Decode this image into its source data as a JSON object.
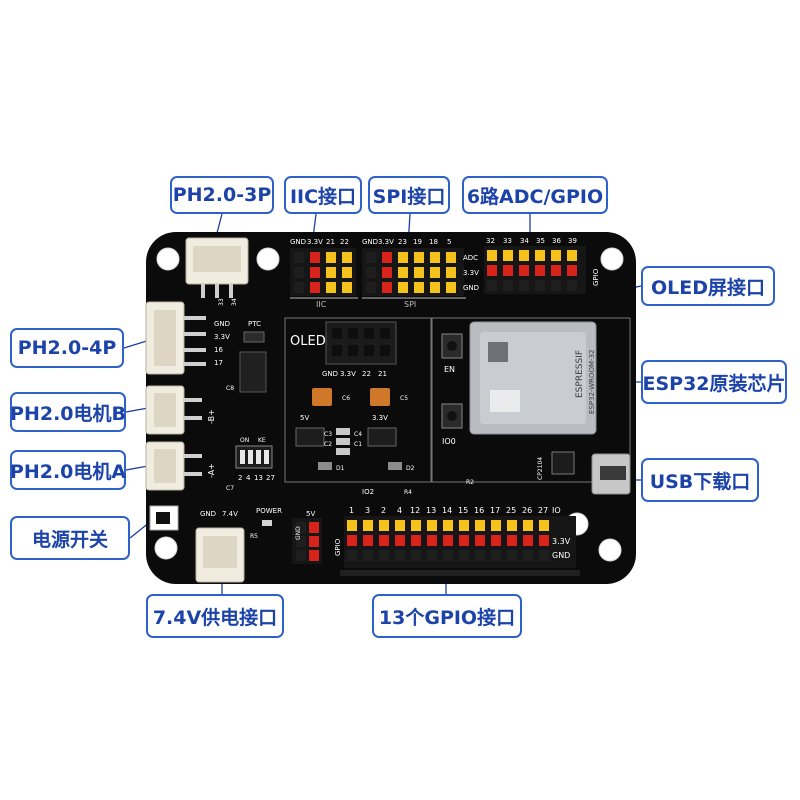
{
  "callouts": {
    "ph20_3p": "PH2.0-3P",
    "iic": "IIC接口",
    "spi": "SPI接口",
    "adc_gpio": "6路ADC/GPIO",
    "oled_port": "OLED屏接口",
    "ph20_4p": "PH2.0-4P",
    "esp32_chip": "ESP32原装芯片",
    "motor_b": "PH2.0电机B",
    "motor_a": "PH2.0电机A",
    "usb_port": "USB下载口",
    "power_switch": "电源开关",
    "power_in": "7.4V供电接口",
    "gpio13": "13个GPIO接口"
  },
  "silkscreen": {
    "iic_pins": [
      "GND",
      "3.3V",
      "21",
      "22"
    ],
    "iic_label": "IIC",
    "spi_pins": [
      "GND",
      "3.3V",
      "23",
      "19",
      "18",
      "5"
    ],
    "spi_label": "SPI",
    "adc_pins": [
      "32",
      "33",
      "34",
      "35",
      "36",
      "39"
    ],
    "adc_rows": [
      "ADC",
      "3.3V",
      "GND"
    ],
    "gpio_side": "GPIO",
    "oled_title": "OLED",
    "oled_pins": [
      "GND",
      "3.3V",
      "22",
      "21"
    ],
    "ph4p_pins": [
      "GND",
      "3.3V",
      "16",
      "17"
    ],
    "ph3p_pins": [
      "33",
      "34"
    ],
    "ptc": "PTC",
    "en": "EN",
    "io0": "IO0",
    "io2": "IO2",
    "cp2104": "CP2104",
    "gpio_pins": [
      "1",
      "3",
      "2",
      "4",
      "12",
      "13",
      "14",
      "15",
      "16",
      "17",
      "25",
      "26",
      "27"
    ],
    "gpio_rows": [
      "IO",
      "3.3V",
      "GND"
    ],
    "gpio_left": "GPIO",
    "power_pins": [
      "GND",
      "7.4V"
    ],
    "power_label": "POWER",
    "five_v_pins": [
      "GND",
      "5V"
    ],
    "switch_on": "ON",
    "switch_ke": "KE",
    "switch_nums": [
      "2",
      "4",
      "13",
      "27"
    ],
    "motor_b_pins": [
      "-B+"
    ],
    "motor_a_pins": [
      "-A+"
    ],
    "caps": [
      "C6",
      "C5",
      "C3",
      "C4",
      "C2",
      "C1",
      "D1",
      "D2",
      "R4",
      "R5",
      "R2",
      "C8",
      "C7"
    ],
    "module_brand": "ESPRESSIF",
    "module_model": "ESP32-WROOM-32",
    "cap_5v": "5V",
    "cap_33v": "3.3V"
  },
  "colors": {
    "board": "#0b0b0b",
    "header_yellow": "#f4c21a",
    "header_red": "#d8231b",
    "callout_border": "#2f62c8",
    "callout_text": "#1c43a8"
  }
}
